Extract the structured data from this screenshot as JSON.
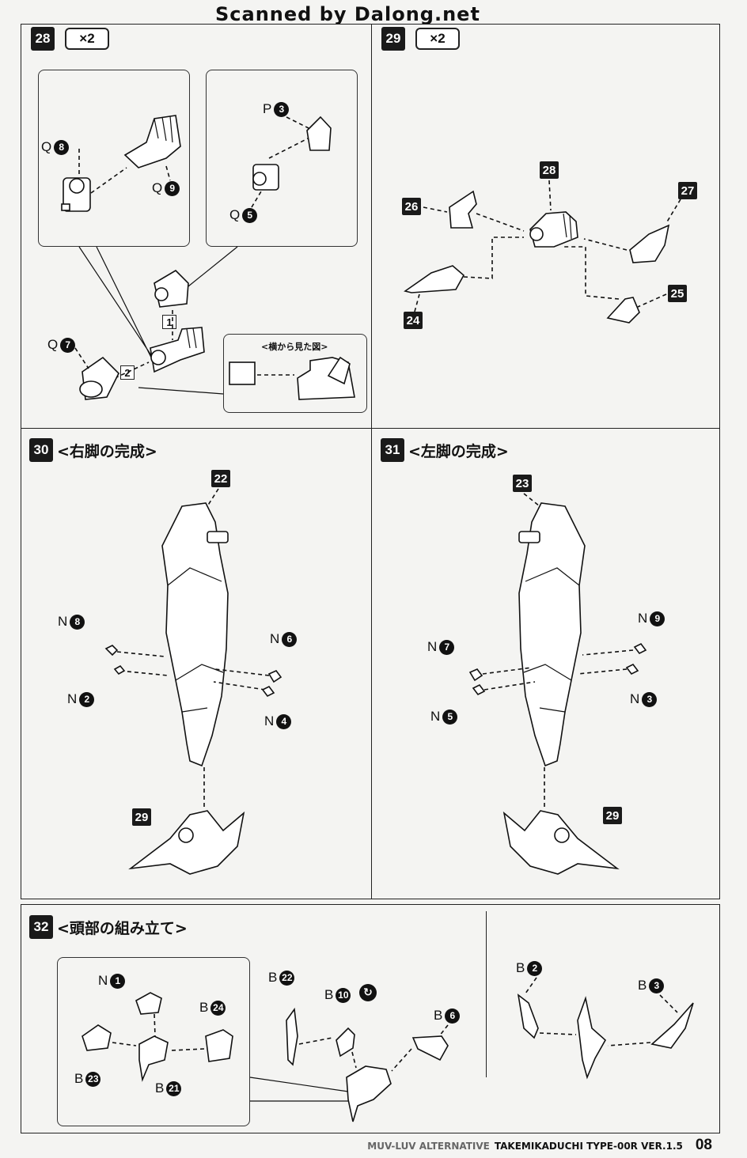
{
  "watermark": "Scanned by Dalong.net",
  "steps": {
    "s28": {
      "num": "28",
      "mult": "×2"
    },
    "s29": {
      "num": "29",
      "mult": "×2"
    },
    "s30": {
      "num": "30",
      "title": "<右脚の完成>"
    },
    "s31": {
      "num": "31",
      "title": "<左脚の完成>"
    },
    "s32": {
      "num": "32",
      "title": "<頭部の組み立て>"
    }
  },
  "step28": {
    "q8": {
      "letter": "Q",
      "num": "8"
    },
    "q9": {
      "letter": "Q",
      "num": "9"
    },
    "p3": {
      "letter": "P",
      "num": "3"
    },
    "q5": {
      "letter": "Q",
      "num": "5"
    },
    "q7": {
      "letter": "Q",
      "num": "7"
    },
    "order1": "1",
    "order2": "2",
    "side_view": "<横から見た図>"
  },
  "step29": {
    "tags": [
      "26",
      "27",
      "28",
      "24",
      "25"
    ]
  },
  "step30": {
    "tag_top": "22",
    "tag_bottom": "29",
    "n8": {
      "letter": "N",
      "num": "8"
    },
    "n2": {
      "letter": "N",
      "num": "2"
    },
    "n6": {
      "letter": "N",
      "num": "6"
    },
    "n4": {
      "letter": "N",
      "num": "4"
    }
  },
  "step31": {
    "tag_top": "23",
    "tag_bottom": "29",
    "n7": {
      "letter": "N",
      "num": "7"
    },
    "n5": {
      "letter": "N",
      "num": "5"
    },
    "n9": {
      "letter": "N",
      "num": "9"
    },
    "n3": {
      "letter": "N",
      "num": "3"
    }
  },
  "step32": {
    "n1": {
      "letter": "N",
      "num": "1"
    },
    "b24": {
      "letter": "B",
      "num": "24"
    },
    "b23": {
      "letter": "B",
      "num": "23"
    },
    "b21": {
      "letter": "B",
      "num": "21"
    },
    "b22": {
      "letter": "B",
      "num": "22"
    },
    "b10": {
      "letter": "B",
      "num": "10"
    },
    "b6": {
      "letter": "B",
      "num": "6"
    },
    "b2": {
      "letter": "B",
      "num": "2"
    },
    "b3": {
      "letter": "B",
      "num": "3"
    }
  },
  "footer": {
    "series": "MUV-LUV ALTERNATIVE",
    "model": "TAKEMIKADUCHI TYPE-00R VER.1.5",
    "page": "08"
  }
}
